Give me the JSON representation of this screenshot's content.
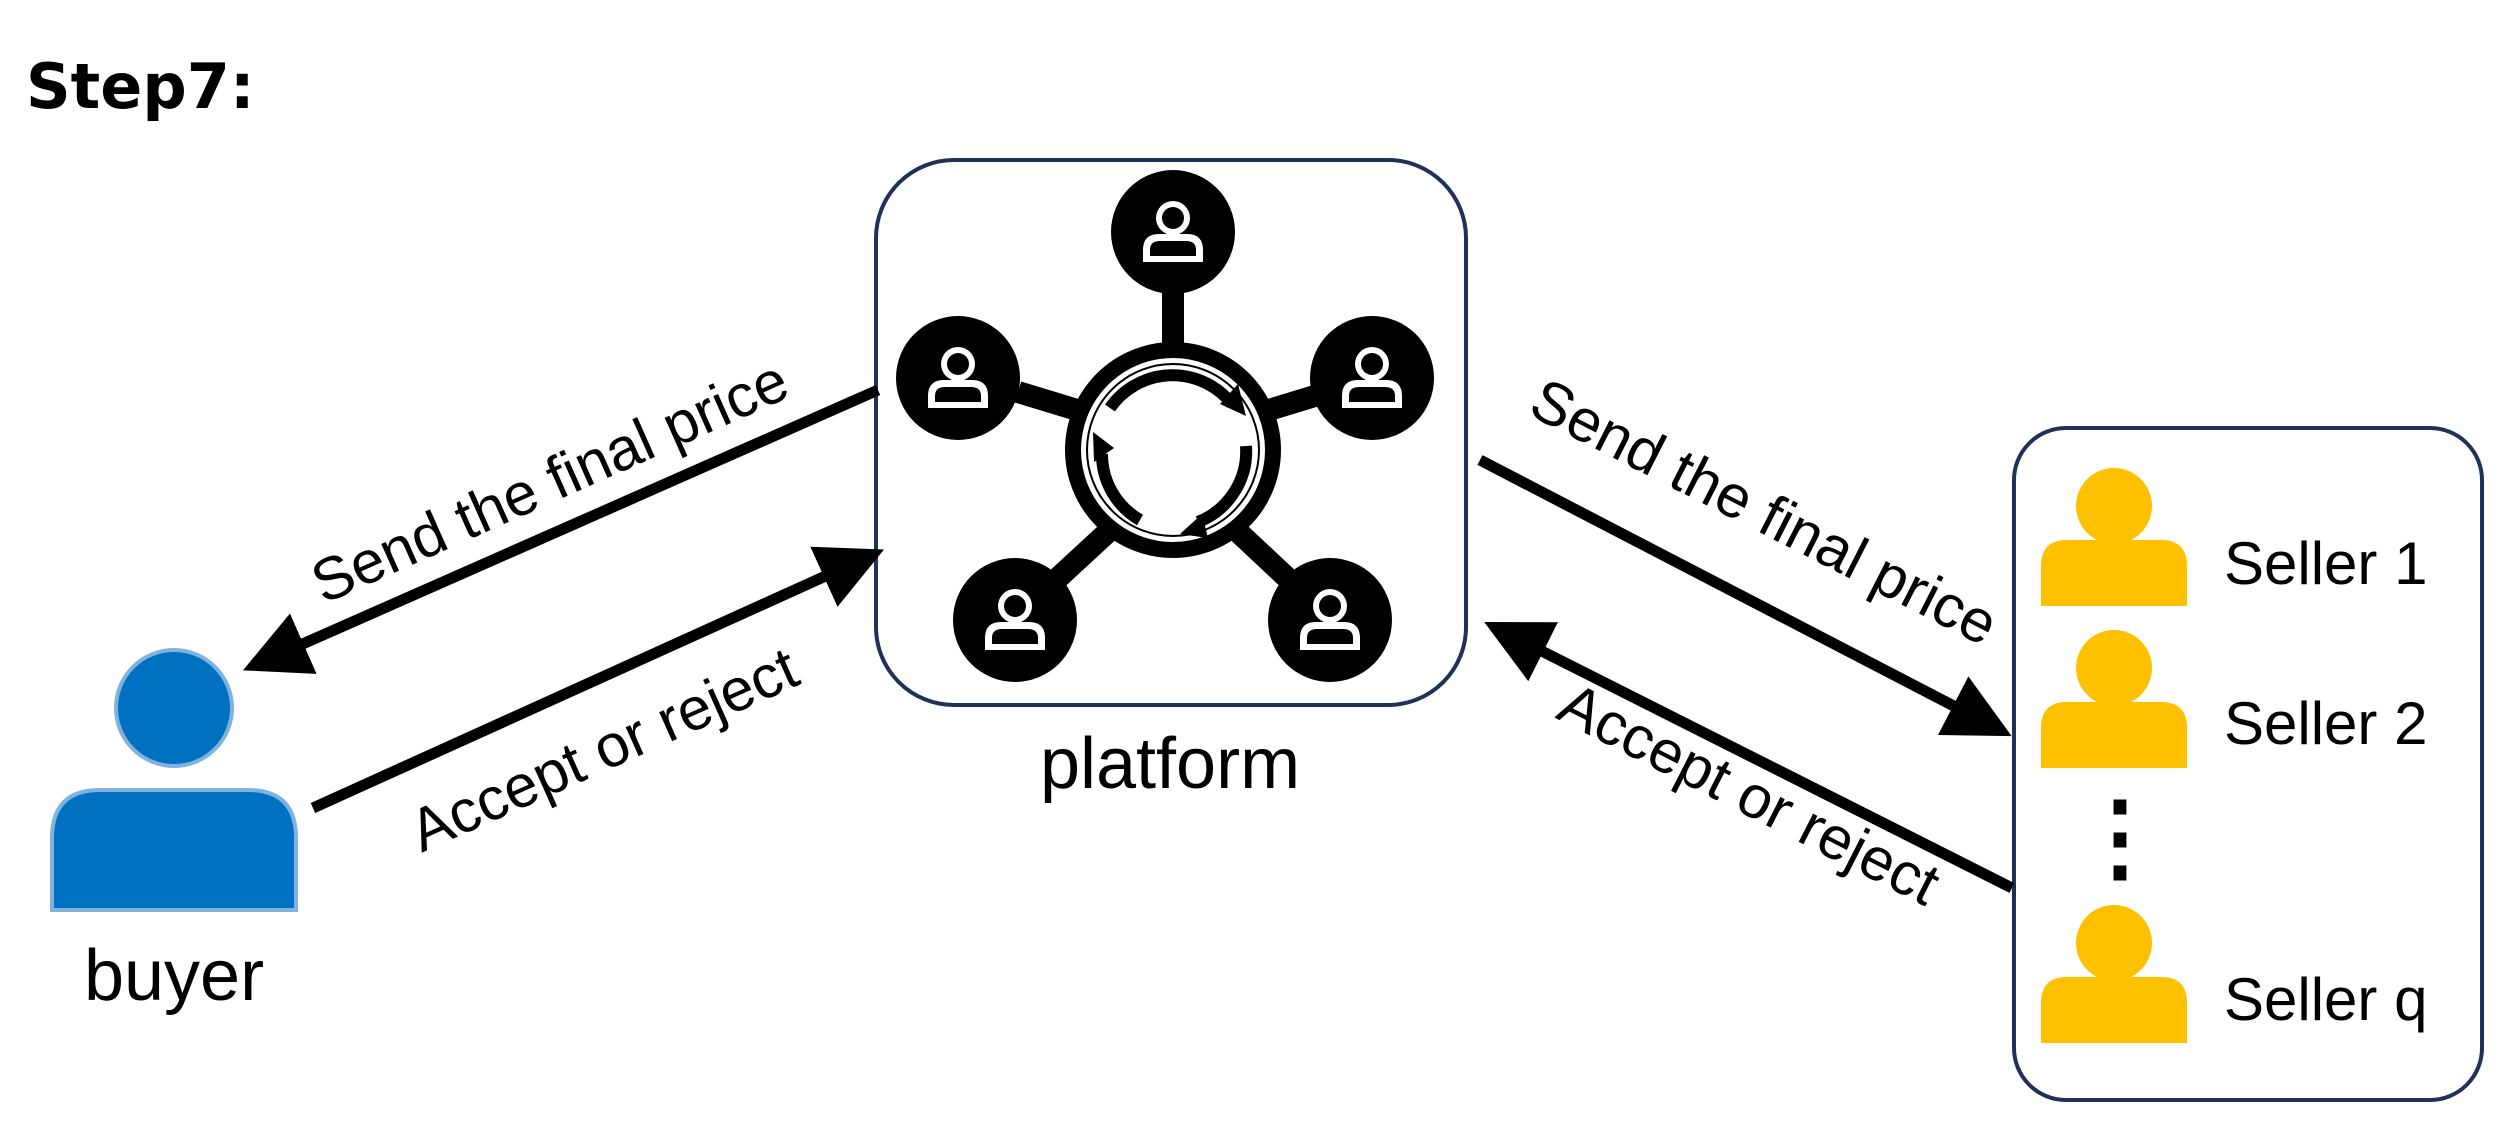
{
  "title": "Step7:",
  "buyer": {
    "label": "buyer",
    "color": "#0070C0"
  },
  "platform": {
    "label": "platform",
    "node_color": "#000000",
    "sync_icon": "refresh-cycle-icon"
  },
  "sellers": {
    "color": "#FFC000",
    "items": [
      "Seller 1",
      "Seller 2",
      "Seller q"
    ],
    "ellipsis": "⋮"
  },
  "arrows": {
    "to_buyer": "Send the final price",
    "from_buyer": "Accept or reject",
    "to_sellers": "Send the final price",
    "from_sellers": "Accept or reject"
  }
}
